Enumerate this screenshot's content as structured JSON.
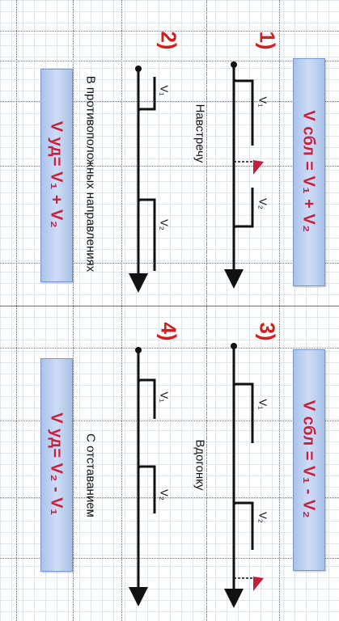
{
  "scenarios": [
    {
      "number": "1)",
      "caption": "Навстречу",
      "formula": "V сбл = V₁ + V₂",
      "v1": "V₁",
      "v2": "V₂"
    },
    {
      "number": "2)",
      "caption": "В противоположных направлениях",
      "formula": "V уд= V₁ + V₂",
      "v1": "V₁",
      "v2": "V₂"
    },
    {
      "number": "3)",
      "caption": "Вдогонку",
      "formula": "V сбл = V₁ - V₂",
      "v1": "V₁",
      "v2": "V₂"
    },
    {
      "number": "4)",
      "caption": "С отставанием",
      "formula": "V уд= V₂ - V₁",
      "v1": "V₁",
      "v2": "V₂"
    }
  ],
  "colors": {
    "number": "#d11f1f",
    "formula": "#c8203a",
    "box": "#b9cdef",
    "flag": "#c0203a"
  }
}
